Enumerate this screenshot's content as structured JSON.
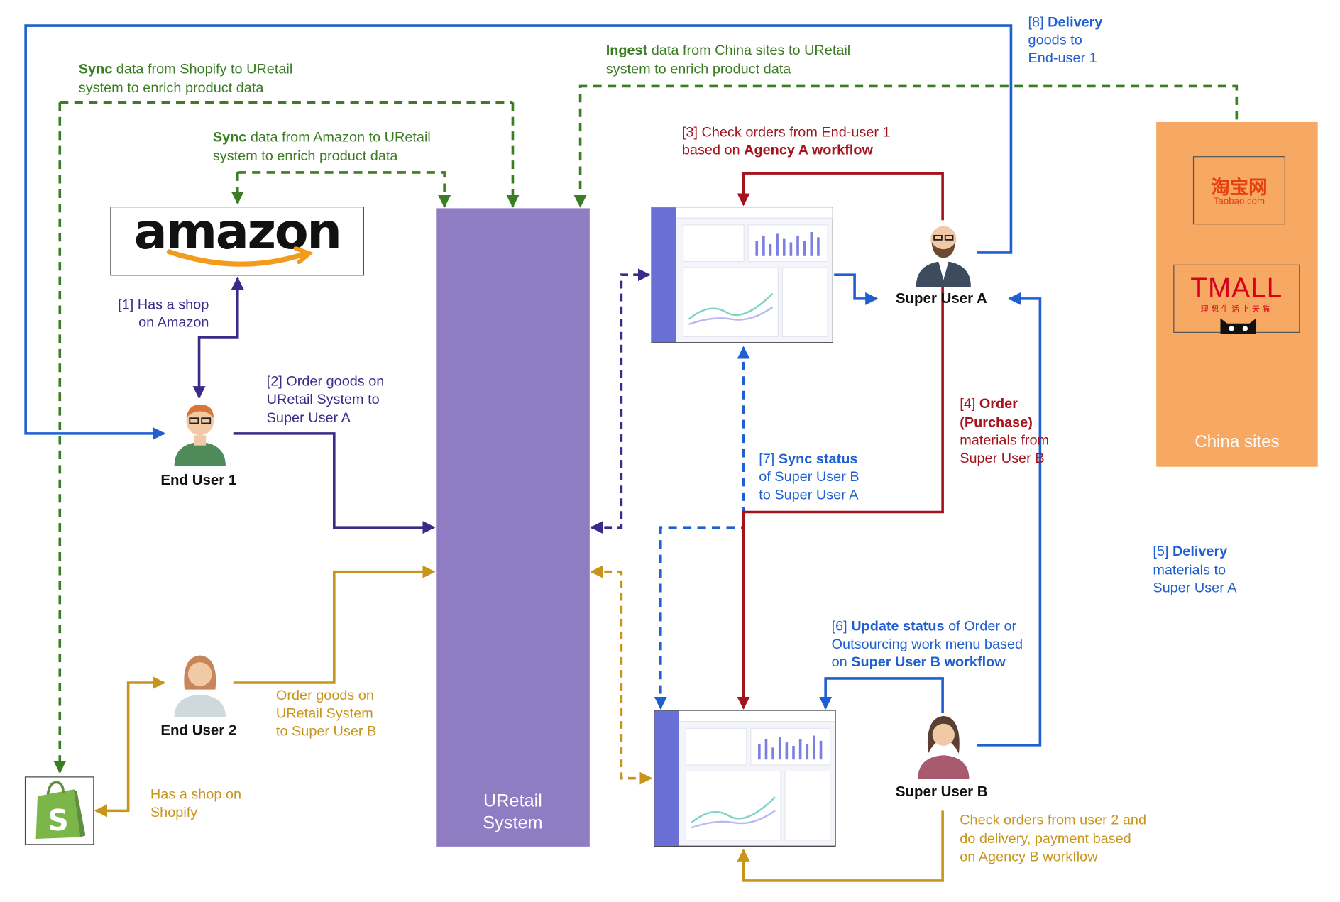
{
  "nodes": {
    "uretail": "URetail System",
    "amazon_logo_text": "amazon",
    "china_sites": "China sites",
    "taobao_cn": "淘宝网",
    "taobao_en": "Taobao.com",
    "tmall": "TMALL",
    "tmall_sub": "理想生活上天猫",
    "end_user_1": "End User 1",
    "end_user_2": "End User 2",
    "super_user_a": "Super User A",
    "super_user_b": "Super User B"
  },
  "annotations": {
    "sync_shopify_bold": "Sync",
    "sync_shopify_rest1": " data from Shopify to URetail",
    "sync_shopify_rest2": "system to enrich product data",
    "sync_amazon_bold": "Sync",
    "sync_amazon_rest1": " data from Amazon to URetail",
    "sync_amazon_rest2": "system to enrich product data",
    "ingest_bold": "Ingest",
    "ingest_rest1": " data from China sites to URetail",
    "ingest_rest2": "system to enrich product data",
    "step1_l1": "[1] Has a shop",
    "step1_l2": "on Amazon",
    "step2_l1": "[2] Order goods on",
    "step2_l2": "URetail System to",
    "step2_l3": "Super User A",
    "step3_l1": "[3] Check orders from End-user 1",
    "step3_l2a": "based on ",
    "step3_l2b": "Agency A workflow",
    "step4_l1a": "[4] ",
    "step4_l1b": "Order",
    "step4_l2": "(Purchase)",
    "step4_l3": "materials from",
    "step4_l4": "Super User B",
    "step5_l1a": "[5] ",
    "step5_l1b": "Delivery",
    "step5_l2": "materials to",
    "step5_l3": "Super User A",
    "step6_l1a": "[6] ",
    "step6_l1b": "Update status",
    "step6_l1c": " of Order or",
    "step6_l2": "Outsourcing work menu based",
    "step6_l3a": "on ",
    "step6_l3b": "Super User B workflow",
    "step7_l1a": "[7] ",
    "step7_l1b": "Sync status",
    "step7_l2": "of Super User B",
    "step7_l3": "to Super User A",
    "step8_l1a": "[8] ",
    "step8_l1b": "Delivery",
    "step8_l2": "goods to",
    "step8_l3": "End-user 1",
    "order_b_l1": "Order goods on",
    "order_b_l2": "URetail System",
    "order_b_l3": "to Super User B",
    "shopify_l1": "Has a shop on",
    "shopify_l2": "Shopify",
    "check_b_l1": "Check orders from user 2 and",
    "check_b_l2": "do delivery, payment based",
    "check_b_l3": "on Agency B workflow"
  },
  "colors": {
    "uretail": "#8f7cc3",
    "china": "#f7a964",
    "green": "#3a7d22",
    "navy": "#3b2a8a",
    "blue": "#1f5fd1",
    "red": "#a3141c",
    "gold": "#c8951c"
  }
}
